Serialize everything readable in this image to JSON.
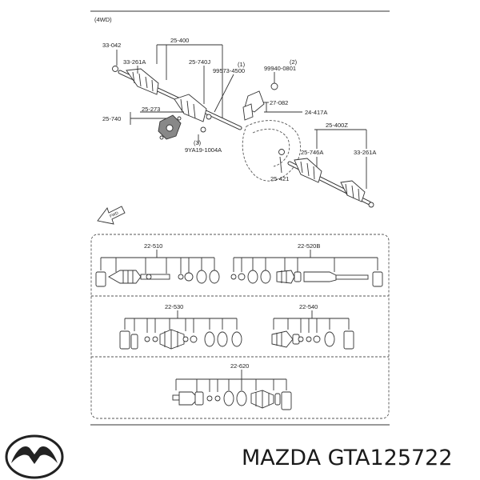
{
  "diagram": {
    "drive_label": "(4WD)",
    "top_labels": {
      "p33042": "33-042",
      "p25400": "25-400",
      "p33261A_left": "33-261A",
      "p25740J": "25-740J",
      "n1": "(1)",
      "p99573": "99573-4500",
      "n2": "(2)",
      "p99940": "99940-0801",
      "p27082": "27-082",
      "p24417A": "24-417A",
      "p25273": "25-273",
      "p25740": "25-740",
      "n3": "(3)",
      "p9YA19": "9YA19-1004A",
      "p25400Z": "25-400Z",
      "p25746A": "25-746A",
      "p33261A_right": "33-261A",
      "p25421": "25-421",
      "fwd": "FWD"
    },
    "kit_labels": {
      "k22510": "22-510",
      "k22520B": "22-520B",
      "k22530": "22-530",
      "k22540": "22-540",
      "k22620": "22-620"
    }
  },
  "brand": {
    "logo_icon": "mazda-logo-icon",
    "caption": "MAZDA GTA125722"
  }
}
